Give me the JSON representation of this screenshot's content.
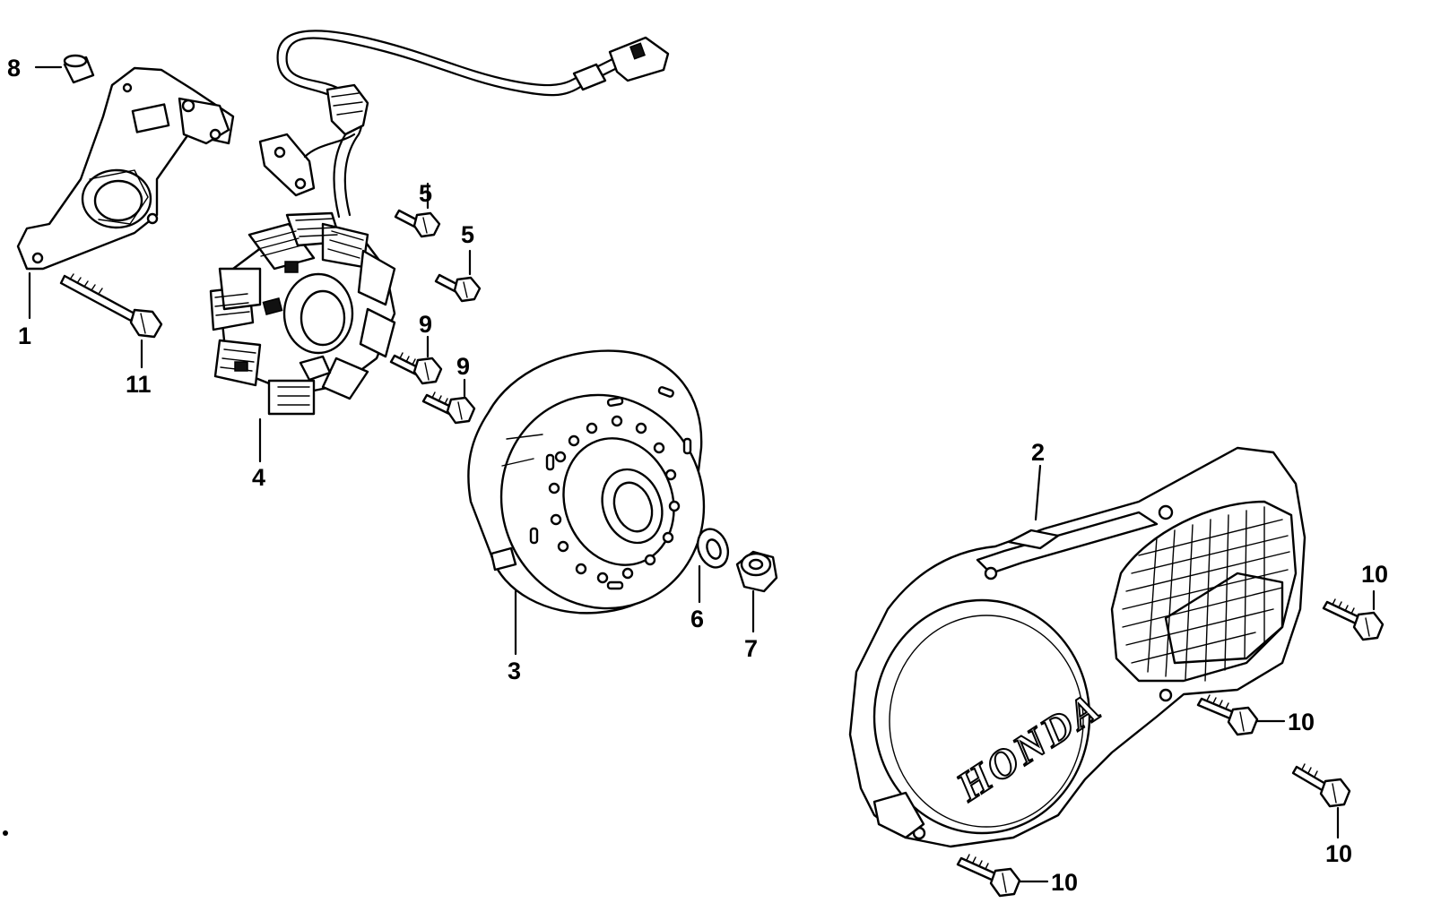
{
  "diagram": {
    "callouts": [
      {
        "id": "c8",
        "label": "8"
      },
      {
        "id": "c1",
        "label": "1"
      },
      {
        "id": "c11",
        "label": "11"
      },
      {
        "id": "c4",
        "label": "4"
      },
      {
        "id": "c5a",
        "label": "5"
      },
      {
        "id": "c5b",
        "label": "5"
      },
      {
        "id": "c9a",
        "label": "9"
      },
      {
        "id": "c9b",
        "label": "9"
      },
      {
        "id": "c3",
        "label": "3"
      },
      {
        "id": "c6",
        "label": "6"
      },
      {
        "id": "c7",
        "label": "7"
      },
      {
        "id": "c2",
        "label": "2"
      },
      {
        "id": "c10a",
        "label": "10"
      },
      {
        "id": "c10b",
        "label": "10"
      },
      {
        "id": "c10c",
        "label": "10"
      },
      {
        "id": "c10d",
        "label": "10"
      }
    ],
    "cover_logo": "HONDA"
  }
}
